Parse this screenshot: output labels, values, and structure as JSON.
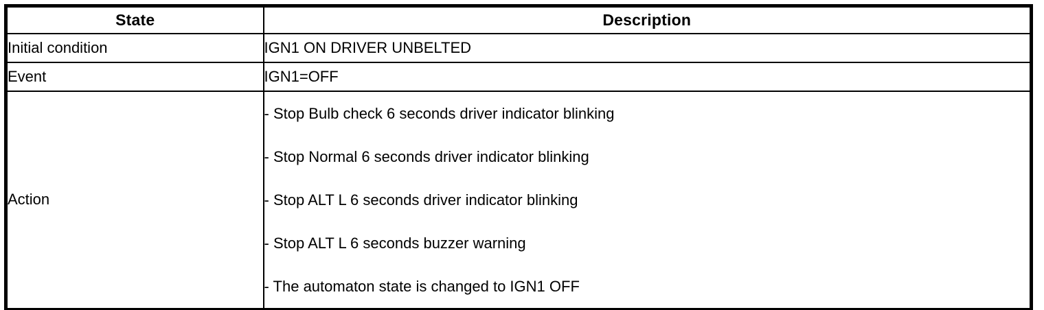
{
  "table": {
    "headers": {
      "state": "State",
      "description": "Description"
    },
    "rows": [
      {
        "state": "Initial condition",
        "description": "IGN1 ON DRIVER UNBELTED"
      },
      {
        "state": "Event",
        "description": "IGN1=OFF"
      },
      {
        "state": "Action",
        "description_lines": [
          "- Stop Bulb check 6 seconds driver indicator blinking",
          "- Stop Normal 6 seconds driver indicator blinking",
          "- Stop ALT L 6 seconds driver indicator blinking",
          "- Stop ALT L 6 seconds buzzer warning",
          "- The automaton state is changed to IGN1 OFF"
        ]
      }
    ],
    "colors": {
      "border": "#000000",
      "text": "#000000",
      "background": "#ffffff"
    }
  }
}
